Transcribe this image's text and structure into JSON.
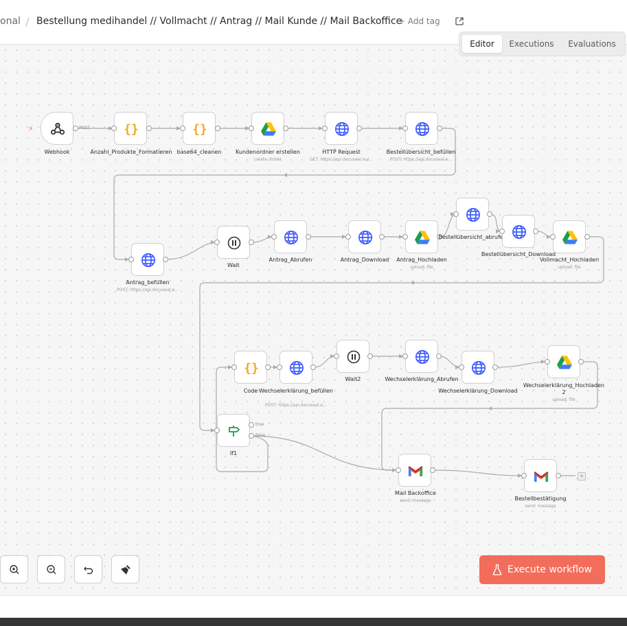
{
  "header": {
    "breadcrumb_root": "onal",
    "separator": "/",
    "workflow_title": "Bestellung medihandel // Vollmacht // Antrag // Mail Kunde // Mail Backoffice",
    "add_tag": "+ Add tag"
  },
  "tabs": [
    {
      "label": "Editor",
      "active": true
    },
    {
      "label": "Executions",
      "active": false
    },
    {
      "label": "Evaluations",
      "active": false
    }
  ],
  "nodes": {
    "webhook": {
      "label": "Webhook",
      "icon": "webhook-icon"
    },
    "anzahl": {
      "label": "Anzahl_Produkte_Formatieren",
      "icon": "code-braces-icon"
    },
    "base64": {
      "label": "base64_cleanen",
      "icon": "code-braces-icon"
    },
    "kundenordner": {
      "label": "Kundenordner erstellen",
      "sub": "create: folder",
      "icon": "google-drive-icon"
    },
    "http": {
      "label": "HTTP Request",
      "sub": "GET: https://api.docuseal.eu/...",
      "icon": "globe-icon"
    },
    "bestell_befuellen": {
      "label": "Bestellübersicht_befüllen",
      "sub": "POST: https://api.docuseal.e...",
      "icon": "globe-icon"
    },
    "antrag_befuellen": {
      "label": "Antrag_befüllen",
      "sub": "POST: https://api.docuseal.e...",
      "icon": "globe-icon"
    },
    "wait": {
      "label": "Wait",
      "icon": "pause-icon"
    },
    "antrag_abrufen": {
      "label": "Antrag_Abrufen",
      "icon": "globe-icon"
    },
    "antrag_download": {
      "label": "Antrag_Download",
      "icon": "globe-icon"
    },
    "antrag_hochladen": {
      "label": "Antrag_Hochladen",
      "sub": "upload: file",
      "icon": "google-drive-icon"
    },
    "bestell_abrufen": {
      "label": "Bestellübersicht_abrufen",
      "icon": "globe-icon"
    },
    "bestell_download": {
      "label": "Bestellübersicht_Download",
      "icon": "globe-icon"
    },
    "vollmacht": {
      "label": "Vollmacht_Hochladen",
      "sub": "upload: file",
      "icon": "google-drive-icon"
    },
    "code": {
      "label": "Code",
      "icon": "code-braces-icon"
    },
    "wechsel_befuellen": {
      "label": "Wechselerklärung_befüllen",
      "sub": "POST: https://api.docuseal.e...",
      "icon": "globe-icon"
    },
    "wait2": {
      "label": "Wait2",
      "icon": "pause-icon"
    },
    "wechsel_abrufen": {
      "label": "Wechselerklärung_Abrufen",
      "icon": "globe-icon"
    },
    "wechsel_download": {
      "label": "Wechselerklärung_Download",
      "icon": "globe-icon"
    },
    "wechsel_hochladen2": {
      "label": "Wechselerklärung_Hochladen2",
      "sub": "upload: file",
      "icon": "google-drive-icon"
    },
    "if1": {
      "label": "If1",
      "icon": "signpost-icon"
    },
    "mail_backoffice": {
      "label": "Mail Backoffice",
      "sub": "send: message",
      "icon": "gmail-icon"
    },
    "bestellbestaetigung": {
      "label": "Bestellbestätigung",
      "sub": "send: message",
      "icon": "gmail-icon"
    }
  },
  "edge_labels": {
    "post": "POST",
    "true": "true",
    "false": "false"
  },
  "toolbar": {
    "zoom_in": "zoom-in-icon",
    "zoom_out": "zoom-out-icon",
    "undo": "undo-icon",
    "tidy": "broom-icon"
  },
  "execute_button": "Execute workflow",
  "colors": {
    "accent": "#f26d5b",
    "code": "#f5a623",
    "globe": "#3d5afe",
    "wait": "#333333",
    "if": "#1e9c4b"
  }
}
